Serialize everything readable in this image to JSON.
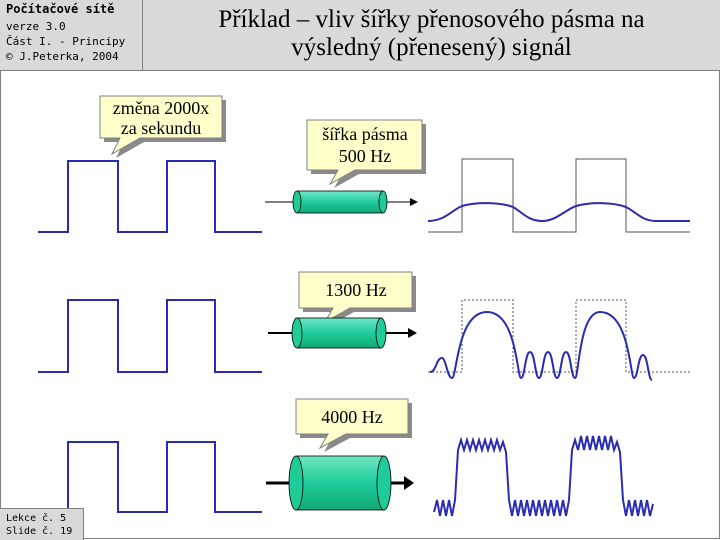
{
  "header": {
    "course": "Počítačové sítě",
    "version": "verze 3.0",
    "part": "Část I. - Principy",
    "author": "© J.Peterka, 2004"
  },
  "title": {
    "line1": "Příklad – vliv šířky přenosového pásma na",
    "line2": "výsledný (přenesený) signál"
  },
  "callouts": {
    "rate_line1": "změna 2000x",
    "rate_line2": "za sekundu",
    "bw1_line1": "šířka pásma",
    "bw1_line2": "500 Hz",
    "bw2": "1300 Hz",
    "bw3": "4000 Hz"
  },
  "footer": {
    "lecture": "Lekce č. 5",
    "slide": "Slide č. 19"
  },
  "colors": {
    "signal": "#2b2bb0",
    "channel": "#1fcc99",
    "callout": "#ffffcc"
  }
}
